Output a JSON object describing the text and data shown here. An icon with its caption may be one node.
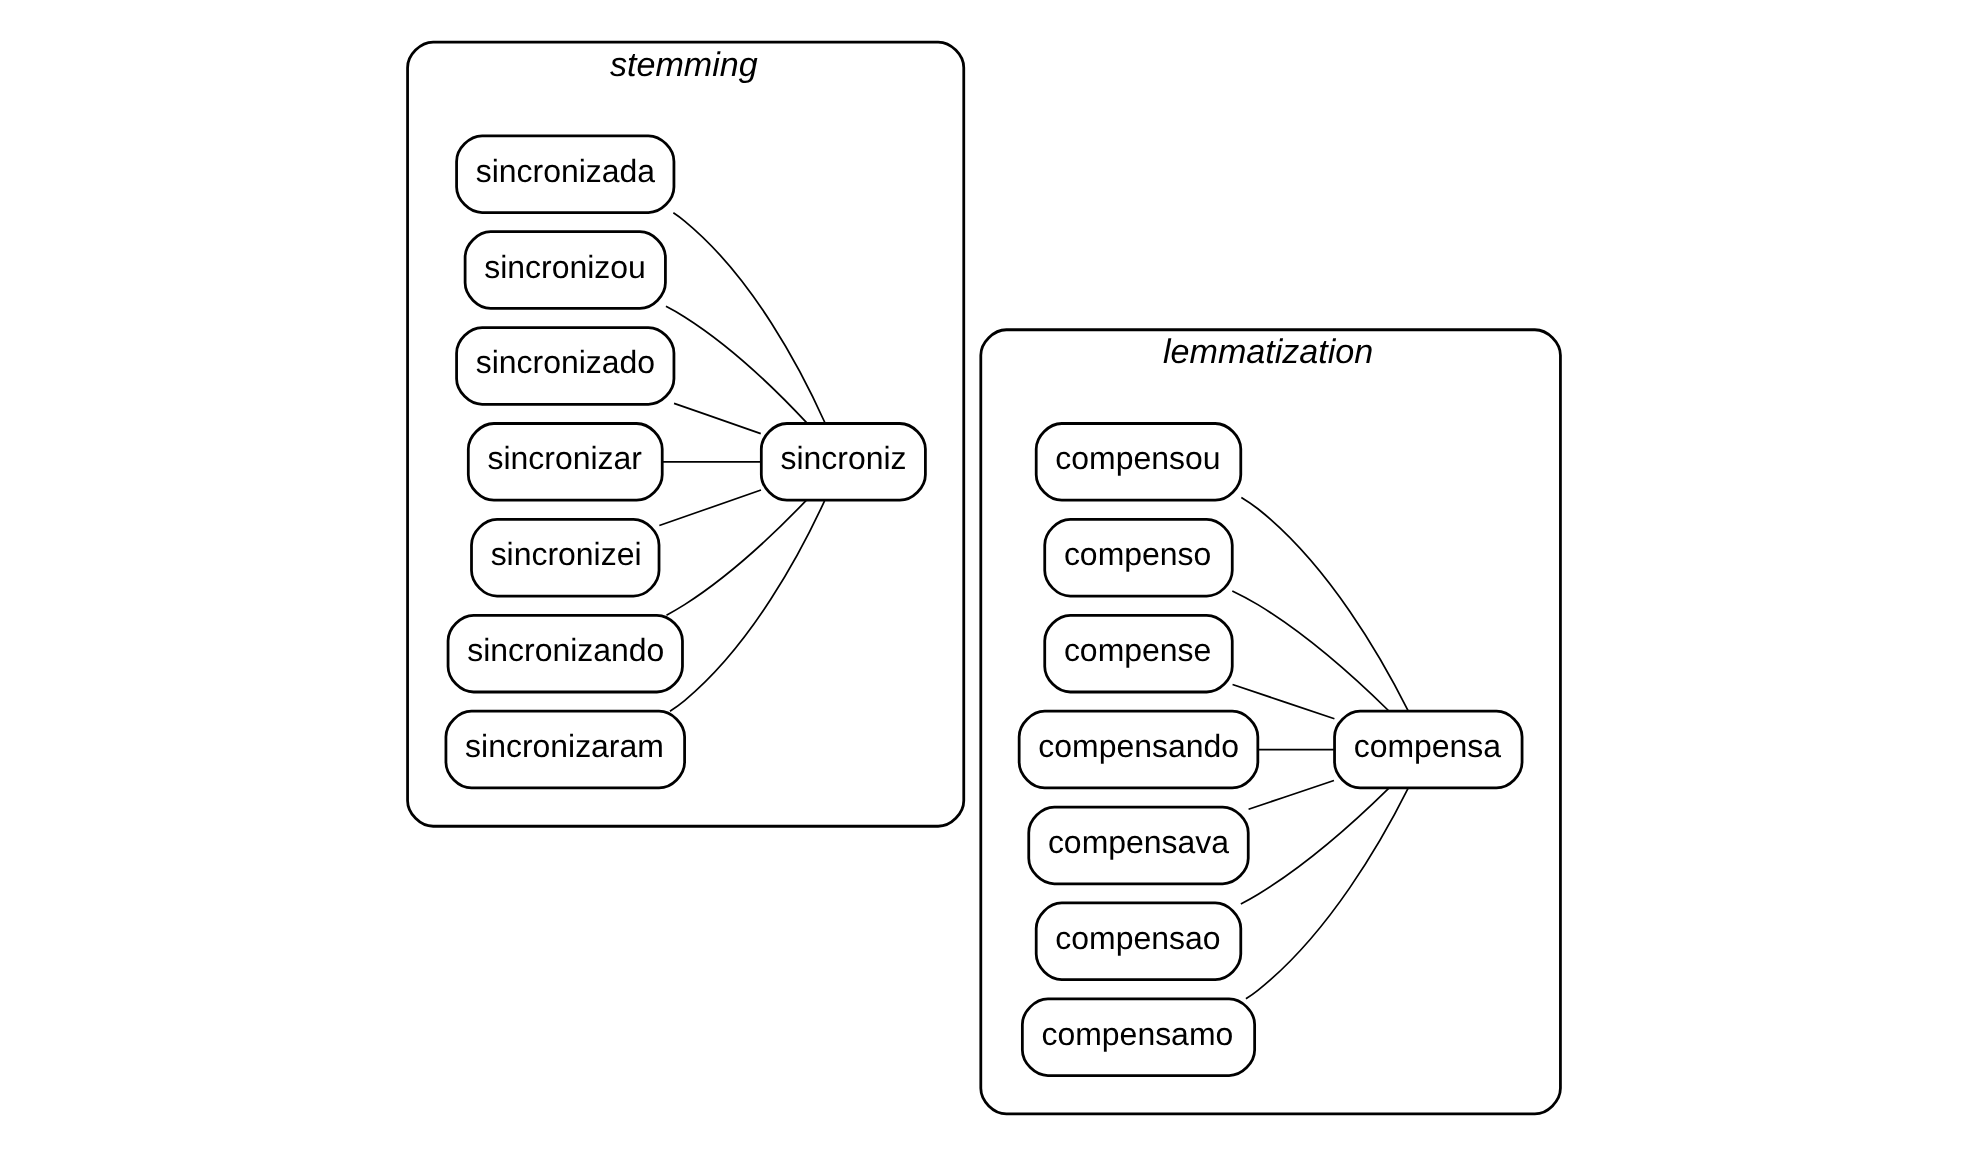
{
  "diagram": {
    "nodes": [
      {
        "text": [
          "stemming"
        ]
      },
      {
        "text": [
          "sincronizada"
        ],
        "in": 0
      },
      {
        "text": [
          "sincronizou"
        ],
        "in": 0
      },
      {
        "text": [
          "sincronizado"
        ],
        "in": 0
      },
      {
        "text": [
          "sincronizar"
        ],
        "in": 0
      },
      {
        "text": [
          "sincronizei"
        ],
        "in": 0
      },
      {
        "text": [
          "sincronizando"
        ],
        "in": 0
      },
      {
        "text": [
          "sincronizaram"
        ],
        "in": 0
      },
      {
        "text": [
          "sincroniz"
        ],
        "in": 0
      },
      {
        "text": [
          "lemmatization"
        ]
      },
      {
        "text": [
          "compensou"
        ],
        "in": 9
      },
      {
        "text": [
          "compenso"
        ],
        "in": 9
      },
      {
        "text": [
          "compense"
        ],
        "in": 9
      },
      {
        "text": [
          "compensando"
        ],
        "in": 9
      },
      {
        "text": [
          "compensava"
        ],
        "in": 9
      },
      {
        "text": [
          "compensao"
        ],
        "in": 9
      },
      {
        "text": [
          "compensamo"
        ],
        "in": 9
      },
      {
        "text": [
          "compensa"
        ],
        "in": 9
      }
    ],
    "edges": [
      {
        "from": 1,
        "to": 8,
        "arrow": "none"
      },
      {
        "from": 2,
        "to": 8,
        "arrow": "none"
      },
      {
        "from": 3,
        "to": 8,
        "arrow": "none"
      },
      {
        "from": 4,
        "to": 8,
        "arrow": "none"
      },
      {
        "from": 5,
        "to": 8,
        "arrow": "none"
      },
      {
        "from": 6,
        "to": 8,
        "arrow": "none"
      },
      {
        "from": 7,
        "to": 8,
        "arrow": "none"
      },
      {
        "from": 10,
        "to": 17,
        "arrow": "none"
      },
      {
        "from": 11,
        "to": 17,
        "arrow": "none"
      },
      {
        "from": 12,
        "to": 17,
        "arrow": "none"
      },
      {
        "from": 13,
        "to": 17,
        "arrow": "none"
      },
      {
        "from": 14,
        "to": 17,
        "arrow": "none"
      },
      {
        "from": 15,
        "to": 17,
        "arrow": "none"
      },
      {
        "from": 16,
        "to": 17,
        "arrow": "none"
      }
    ]
  }
}
